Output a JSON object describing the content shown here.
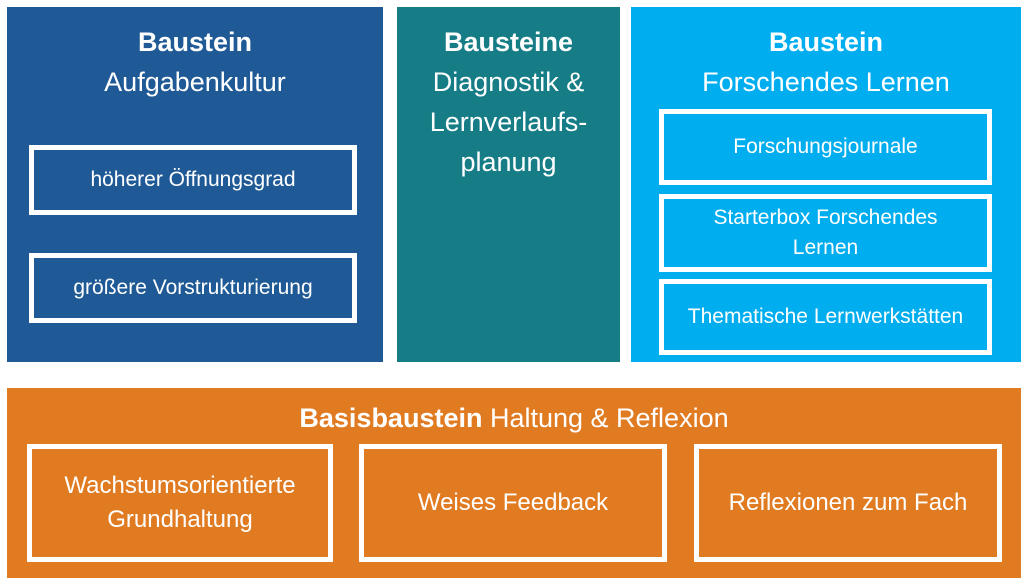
{
  "colors": {
    "aufgabenkultur": "#1f5a96",
    "diagnostik": "#167c86",
    "forschendes": "#00adee",
    "basis": "#e07b22",
    "border": "#ffffff"
  },
  "block1": {
    "heading_strong": "Baustein",
    "heading_sub": "Aufgabenkultur",
    "items": [
      "höherer Öffnungsgrad",
      "größere Vorstrukturierung"
    ]
  },
  "block2": {
    "heading_strong": "Bausteine",
    "heading_lines": [
      "Diagnostik &",
      "Lernverlaufs-",
      "planung"
    ]
  },
  "block3": {
    "heading_strong": "Baustein",
    "heading_sub": "Forschendes Lernen",
    "items": [
      {
        "lines": [
          "Forschungsjournale"
        ]
      },
      {
        "lines": [
          "Starterbox Forschendes",
          "Lernen"
        ]
      },
      {
        "lines": [
          "Thematische Lernwerkstätten"
        ]
      }
    ]
  },
  "block4": {
    "heading_strong": "Basisbaustein",
    "heading_rest": " Haltung & Reflexion",
    "items": [
      {
        "lines": [
          "Wachstumsorientierte",
          "Grundhaltung"
        ]
      },
      {
        "lines": [
          "Weises Feedback"
        ]
      },
      {
        "lines": [
          "Reflexionen zum Fach"
        ]
      }
    ]
  }
}
